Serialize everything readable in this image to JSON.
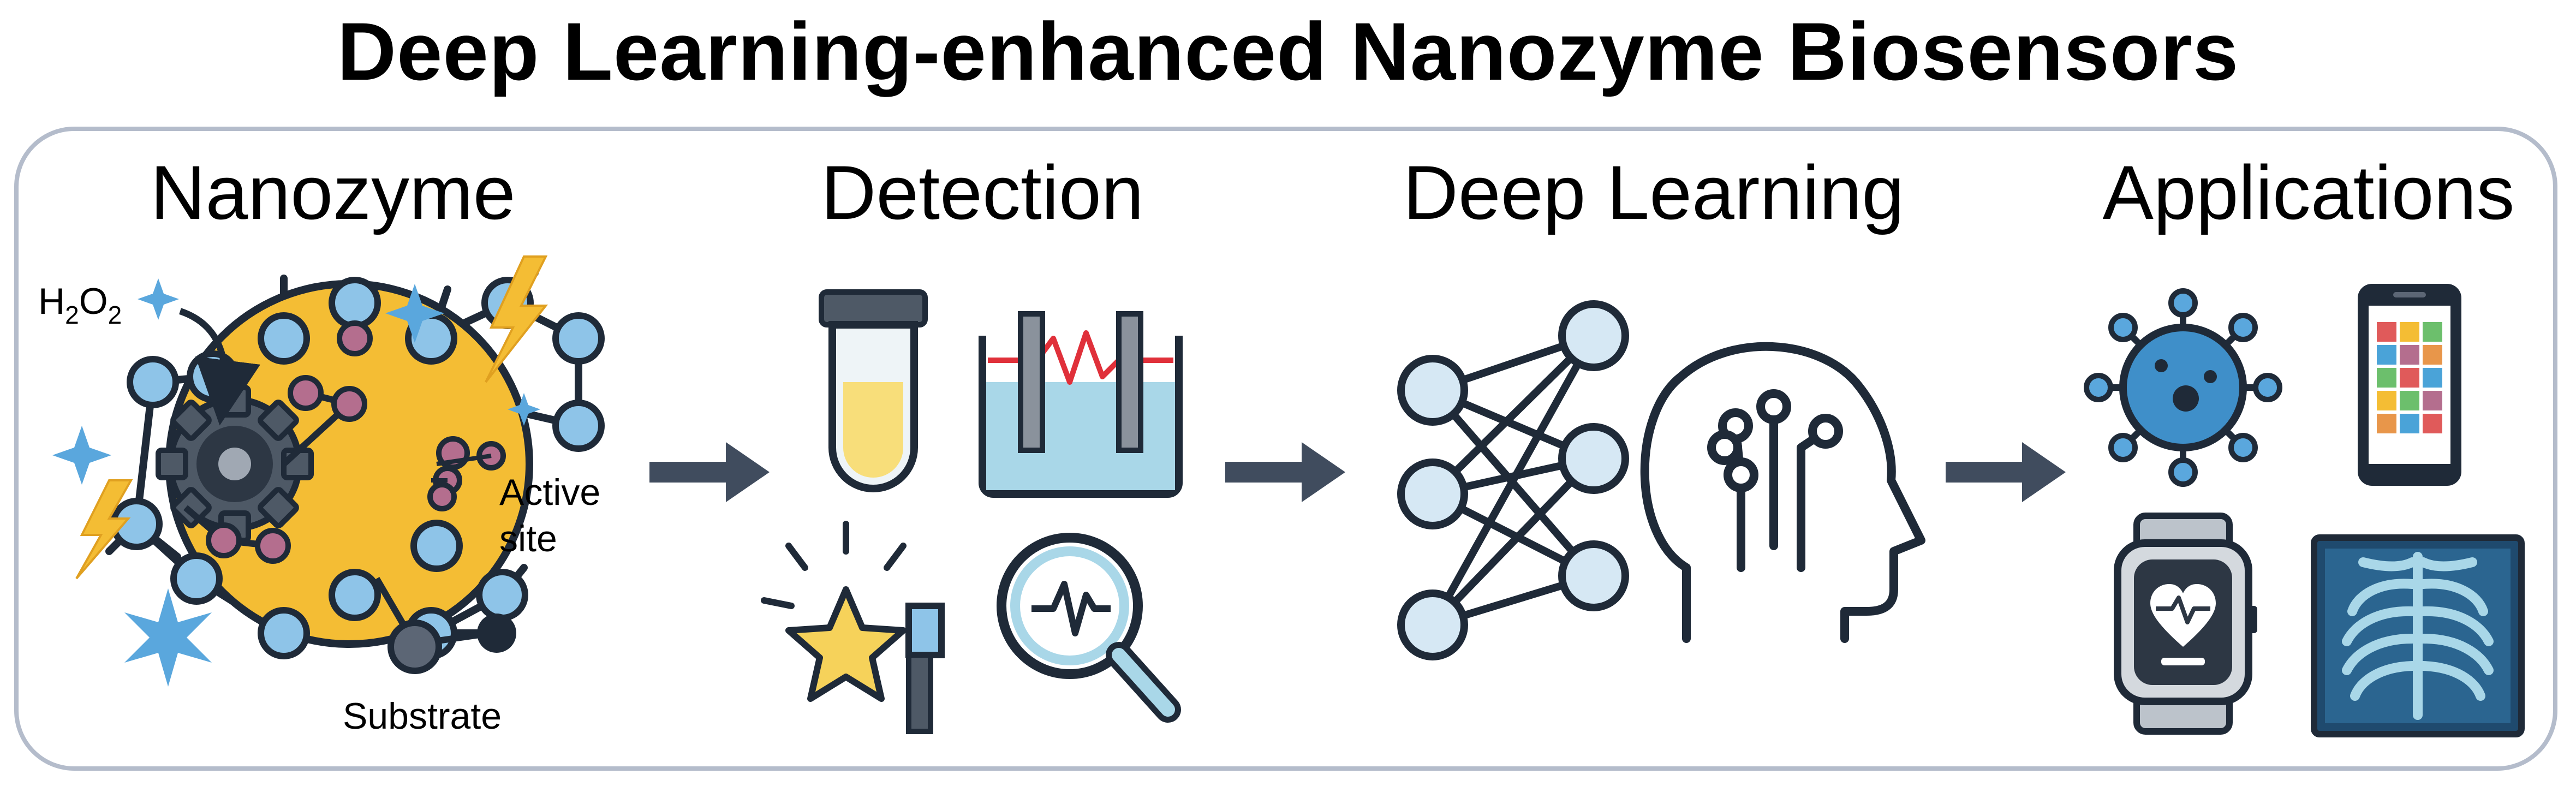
{
  "title": "Deep Learning-enhanced Nanozyme Biosensors",
  "sections": [
    {
      "label": "Nanozyme"
    },
    {
      "label": "Detection"
    },
    {
      "label": "Deep Learning"
    },
    {
      "label": "Applications"
    }
  ],
  "nanozyme": {
    "h2o2_main": "H",
    "h2o2_sub1": "2",
    "h2o2_mid": "O",
    "h2o2_sub2": "2",
    "active_site_line1": "Active",
    "active_site_line2": "site",
    "substrate": "Substrate"
  },
  "colors": {
    "node_blue": "#8ec4e8",
    "core_yellow": "#f4bd34",
    "dark": "#1f2a38",
    "gray": "#4e5966",
    "pink": "#b46e8e",
    "arrow": "#404c5e",
    "panel_border": "#b4bccb"
  },
  "icons": {
    "test_tube": "test-tube-icon",
    "electrochem": "electrochemical-cell-icon",
    "fluorescence": "fluorescence-star-icon",
    "magnifier": "magnifier-signal-icon",
    "network": "neural-network-icon",
    "brain_head": "ai-head-icon",
    "virus": "virus-icon",
    "phone": "smartphone-icon",
    "watch": "smartwatch-icon",
    "xray": "xray-icon"
  }
}
